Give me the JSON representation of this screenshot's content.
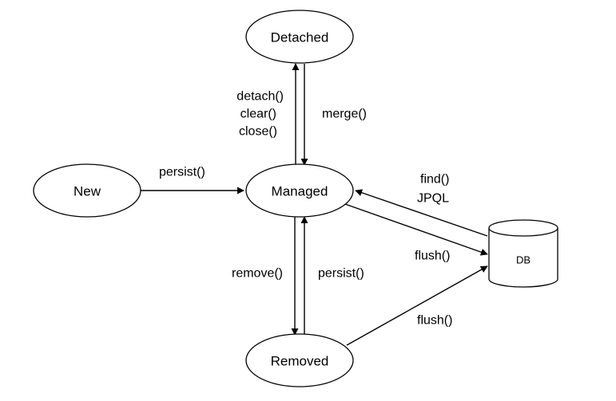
{
  "diagram": {
    "nodes": {
      "detached": "Detached",
      "new": "New",
      "managed": "Managed",
      "removed": "Removed",
      "db": "DB"
    },
    "edges": {
      "managed_to_detached": [
        "detach()",
        "clear()",
        "close()"
      ],
      "detached_to_managed": "merge()",
      "new_to_managed": "persist()",
      "db_to_managed": [
        "find()",
        "JPQL"
      ],
      "managed_to_db": "flush()",
      "managed_to_removed": "remove()",
      "removed_to_managed": "persist()",
      "removed_to_db": "flush()"
    }
  }
}
